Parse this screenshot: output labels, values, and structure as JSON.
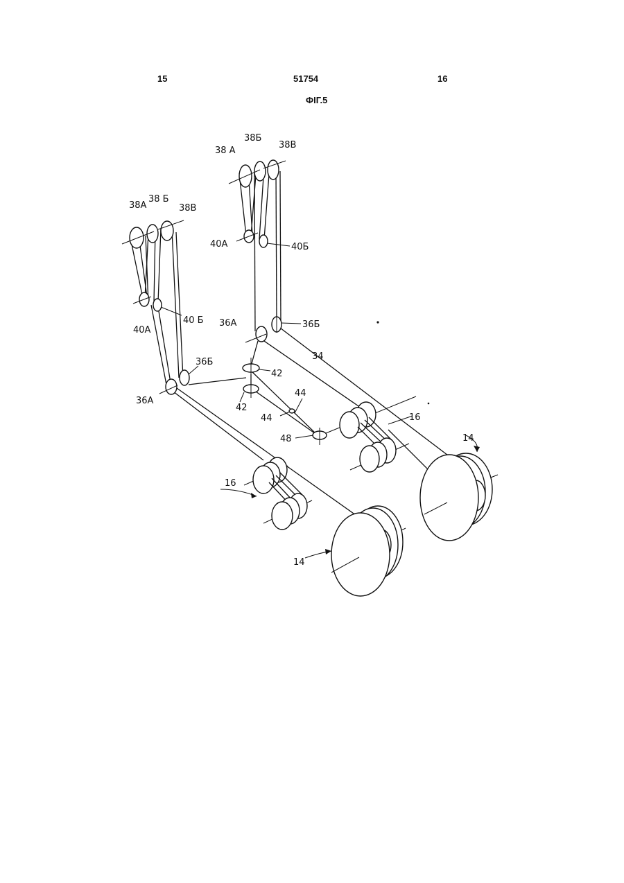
{
  "header": {
    "page_left": "15",
    "patent_number": "51754",
    "page_right": "16",
    "figure_title": "ФIГ.5"
  },
  "labels": {
    "l38a_r": "38 А",
    "l38b_r": "38Б",
    "l38v_r": "38В",
    "l40a_r": "40А",
    "l40b_r": "40Б",
    "l36a_r": "36А",
    "l36b_r": "36Б",
    "l34": "34",
    "l42_top": "42",
    "l42_bot": "42",
    "l44_a": "44",
    "l44_b": "44",
    "l48": "48",
    "l16_r": "16",
    "l14_r": "14",
    "l38a_l": "38А",
    "l38b_l": "38 Б",
    "l38v_l": "38В",
    "l40a_l": "40А",
    "l40b_l": "40 Б",
    "l36b_l": "36Б",
    "l36a_l": "36А",
    "l16_l": "16",
    "l14_l": "14"
  }
}
